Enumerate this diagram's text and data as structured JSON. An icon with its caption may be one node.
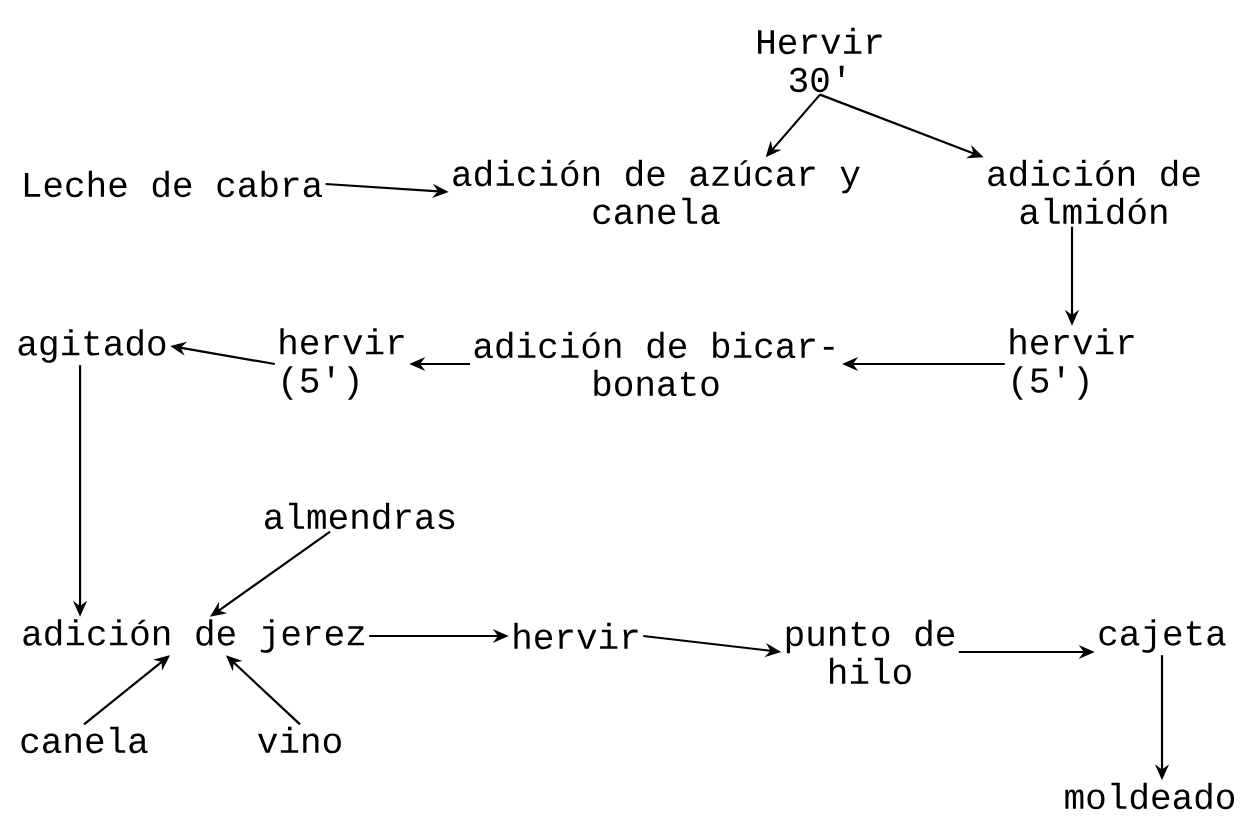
{
  "diagram": {
    "nodes": [
      {
        "text": [
          "Hervir 30'"
        ]
      },
      {
        "text": [
          "Leche de cabra"
        ]
      },
      {
        "text": [
          "adición de azúcar y canela"
        ]
      },
      {
        "text": [
          "adición de almidón"
        ]
      },
      {
        "text": [
          "hervir (5')"
        ]
      },
      {
        "text": [
          "adición de bicar- bonato"
        ]
      },
      {
        "text": [
          "hervir (5')"
        ]
      },
      {
        "text": [
          "agitado"
        ]
      },
      {
        "text": [
          "almendras"
        ]
      },
      {
        "text": [
          "adición de jerez"
        ]
      },
      {
        "text": [
          "canela"
        ]
      },
      {
        "text": [
          "vino"
        ]
      },
      {
        "text": [
          "hervir"
        ]
      },
      {
        "text": [
          "punto de hilo"
        ]
      },
      {
        "text": [
          "cajeta"
        ]
      },
      {
        "text": [
          "moldeado"
        ]
      }
    ],
    "edges": [
      {
        "from": 1,
        "to": 2,
        "arrow": "to"
      },
      {
        "from": 0,
        "to": 2,
        "arrow": "to"
      },
      {
        "from": 0,
        "to": 3,
        "arrow": "to"
      },
      {
        "from": 3,
        "to": 4,
        "arrow": "to"
      },
      {
        "from": 4,
        "to": 5,
        "arrow": "to"
      },
      {
        "from": 5,
        "to": 6,
        "arrow": "to"
      },
      {
        "from": 6,
        "to": 7,
        "arrow": "to"
      },
      {
        "from": 7,
        "to": 9,
        "arrow": "to"
      },
      {
        "from": 8,
        "to": 9,
        "arrow": "to"
      },
      {
        "from": 10,
        "to": 9,
        "arrow": "to"
      },
      {
        "from": 11,
        "to": 9,
        "arrow": "to"
      },
      {
        "from": 9,
        "to": 12,
        "arrow": "to"
      },
      {
        "from": 12,
        "to": 13,
        "arrow": "to"
      },
      {
        "from": 13,
        "to": 14,
        "arrow": "to"
      },
      {
        "from": 14,
        "to": 15,
        "arrow": "to"
      }
    ]
  }
}
